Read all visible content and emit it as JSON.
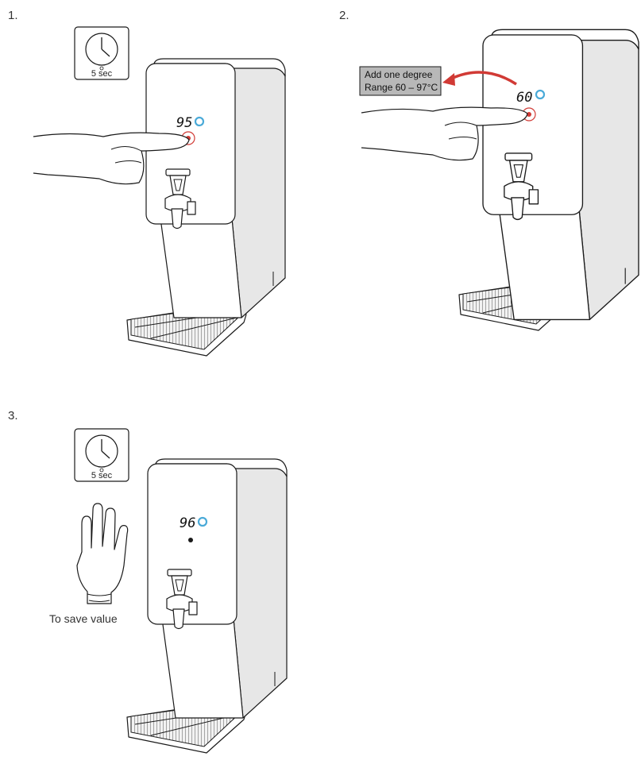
{
  "steps": [
    {
      "number": "1.",
      "timer_label": "5 sec",
      "display_value": "95"
    },
    {
      "number": "2.",
      "display_value": "60",
      "callout_line1": "Add one degree",
      "callout_line2": "Range 60 – 97°C"
    },
    {
      "number": "3.",
      "timer_label": "5 sec",
      "display_value": "96",
      "caption": "To save value"
    }
  ],
  "colors": {
    "accent_red": "#d13a35",
    "display_blue": "#4aaad8",
    "callout_bg": "#b8b8b8"
  }
}
